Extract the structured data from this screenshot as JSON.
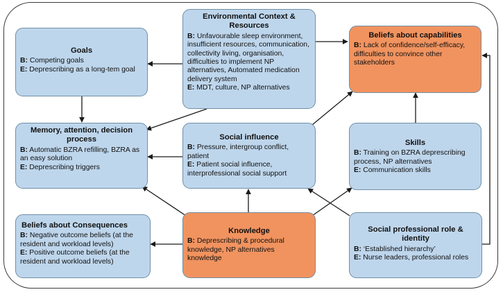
{
  "boxes": {
    "goals": {
      "title": "Goals",
      "lines": [
        {
          "tag": "B:",
          "text": " Competing goals"
        },
        {
          "tag": "E:",
          "text": " Deprescribing as a long-tem goal"
        }
      ]
    },
    "env": {
      "title": "Environmental  Context & Resources",
      "lines": [
        {
          "tag": "B:",
          "text": " Unfavourable sleep environment, insufficient resources, communication, collectivity living, organisation, difficulties to implement NP alternatives, Automated medication delivery system"
        },
        {
          "tag": "E:",
          "text": " MDT, culture, NP alternatives"
        }
      ]
    },
    "beliefs_cap": {
      "title": "Beliefs about capabilities",
      "lines": [
        {
          "tag": "B:",
          "text": " Lack of confidence/self-efficacy, difficulties to convince other stakeholders"
        }
      ]
    },
    "memory": {
      "title": "Memory, attention, decision process",
      "lines": [
        {
          "tag": "B:",
          "text": " Automatic BZRA refilling, BZRA as an easy solution"
        },
        {
          "tag": "E:",
          "text": " Deprescribing triggers"
        }
      ]
    },
    "social_inf": {
      "title": "Social influence",
      "lines": [
        {
          "tag": "B:",
          "text": " Pressure, intergroup conflict, patient"
        },
        {
          "tag": "E:",
          "text": " Patient social influence, interprofessional social support"
        }
      ]
    },
    "skills": {
      "title": "Skills",
      "lines": [
        {
          "tag": "B:",
          "text": " Training on BZRA deprescribing process, NP alternatives"
        },
        {
          "tag": "E:",
          "text": " Communication skills"
        }
      ]
    },
    "beliefs_cons": {
      "title": "Beliefs about  Consequences",
      "lines": [
        {
          "tag": "B:",
          "text": " Negative outcome beliefs (at the resident and workload levels)"
        },
        {
          "tag": "E:",
          "text": " Positive outcome beliefs (at the resident and workload levels)"
        }
      ]
    },
    "knowledge": {
      "title": "Knowledge",
      "lines": [
        {
          "tag": "B:",
          "text": " Deprescribing & procedural knowledge, NP alternatives knowledge"
        }
      ]
    },
    "social_role": {
      "title": "Social professional role & identity",
      "lines": [
        {
          "tag": "B:",
          "text": " ‘Established hierarchy’"
        },
        {
          "tag": "E:",
          "text": " Nurse leaders, professional roles"
        }
      ]
    }
  },
  "colors": {
    "box_fill": "#bed6ec",
    "highlight_fill": "#f1935f",
    "arrow": "#1a1a1a"
  }
}
